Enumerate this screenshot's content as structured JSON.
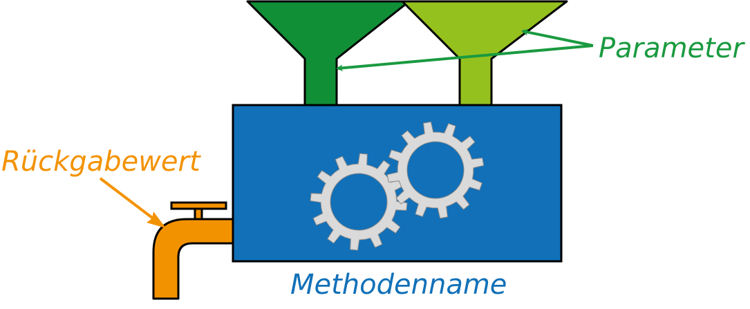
{
  "labels": {
    "parameter": "Parameter",
    "return_value": "Rückgabewert",
    "method_name": "Methodenname"
  },
  "colors": {
    "funnel_1": "#118f37",
    "funnel_2": "#95c11f",
    "box": "#1170b8",
    "faucet": "#f39200",
    "gear": "#dadada",
    "parameter_text": "#1a9a40",
    "return_text": "#f39200",
    "method_text": "#1170b8"
  }
}
